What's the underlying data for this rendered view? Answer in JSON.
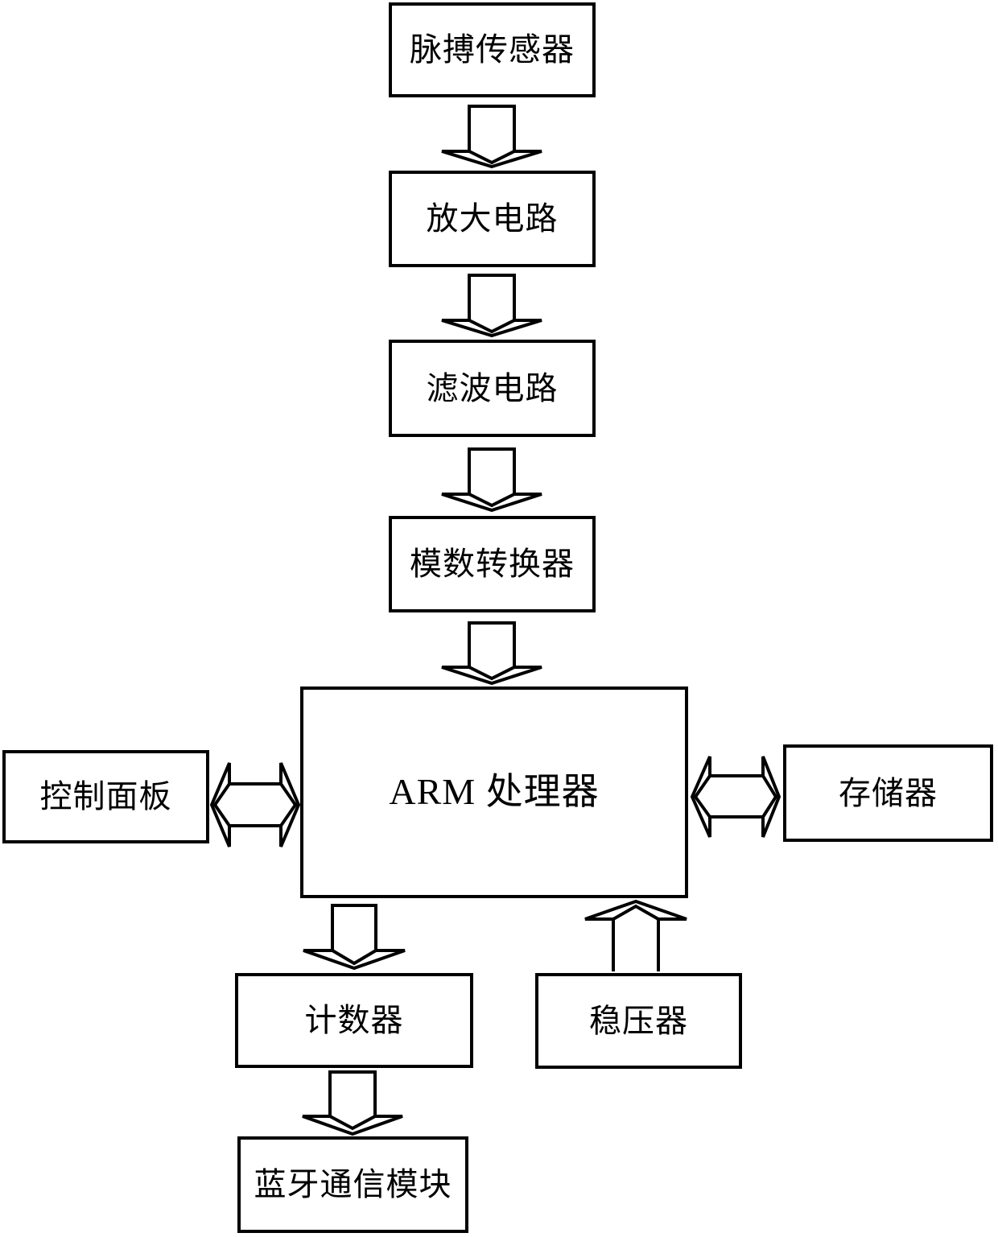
{
  "diagram": {
    "type": "flowchart",
    "colors": {
      "line": "#000000",
      "node_fill": "#ffffff",
      "text": "#000000",
      "background": "#ffffff"
    },
    "nodes": {
      "pulse_sensor": {
        "label": "脉搏传感器"
      },
      "amplifier": {
        "label": "放大电路"
      },
      "filter": {
        "label": "滤波电路"
      },
      "adc": {
        "label": "模数转换器"
      },
      "arm": {
        "label": "ARM 处理器"
      },
      "control_panel": {
        "label": "控制面板"
      },
      "memory": {
        "label": "存储器"
      },
      "counter": {
        "label": "计数器"
      },
      "regulator": {
        "label": "稳压器"
      },
      "bluetooth": {
        "label": "蓝牙通信模块"
      }
    },
    "edges": [
      {
        "from": "pulse_sensor",
        "to": "amplifier",
        "style": "block-arrow",
        "direction": "down"
      },
      {
        "from": "amplifier",
        "to": "filter",
        "style": "block-arrow",
        "direction": "down"
      },
      {
        "from": "filter",
        "to": "adc",
        "style": "block-arrow",
        "direction": "down"
      },
      {
        "from": "adc",
        "to": "arm",
        "style": "block-arrow",
        "direction": "down"
      },
      {
        "from": "control_panel",
        "to": "arm",
        "style": "double-block-arrow",
        "direction": "horizontal"
      },
      {
        "from": "arm",
        "to": "memory",
        "style": "double-block-arrow",
        "direction": "horizontal"
      },
      {
        "from": "arm",
        "to": "counter",
        "style": "block-arrow",
        "direction": "down"
      },
      {
        "from": "regulator",
        "to": "arm",
        "style": "block-arrow",
        "direction": "up"
      },
      {
        "from": "counter",
        "to": "bluetooth",
        "style": "block-arrow",
        "direction": "down"
      }
    ]
  }
}
